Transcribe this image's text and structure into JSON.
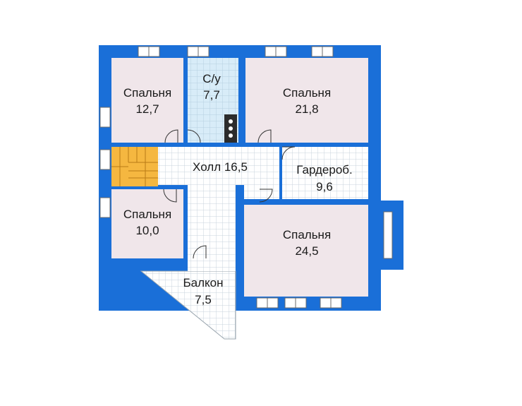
{
  "rooms": [
    {
      "id": "bedroom-1",
      "name": "Спальня",
      "area": "12,7"
    },
    {
      "id": "bathroom",
      "name": "С/у",
      "area": "7,7"
    },
    {
      "id": "bedroom-2",
      "name": "Спальня",
      "area": "21,8"
    },
    {
      "id": "hall",
      "name": "Холл 16,5",
      "area": ""
    },
    {
      "id": "wardrobe",
      "name": "Гардероб.",
      "area": "9,6"
    },
    {
      "id": "bedroom-3",
      "name": "Спальня",
      "area": "10,0"
    },
    {
      "id": "bedroom-4",
      "name": "Спальня",
      "area": "24,5"
    },
    {
      "id": "balcony",
      "name": "Балкон",
      "area": "7,5"
    }
  ],
  "colors": {
    "wall": "#1a6fd8",
    "bedroom": "#f0e6ea",
    "bathroom": "#d8ecf8",
    "tile": "#ffffff",
    "tile_grid": "#c9d3dc",
    "stairs": "#f5b740",
    "window": "#ffffff"
  }
}
